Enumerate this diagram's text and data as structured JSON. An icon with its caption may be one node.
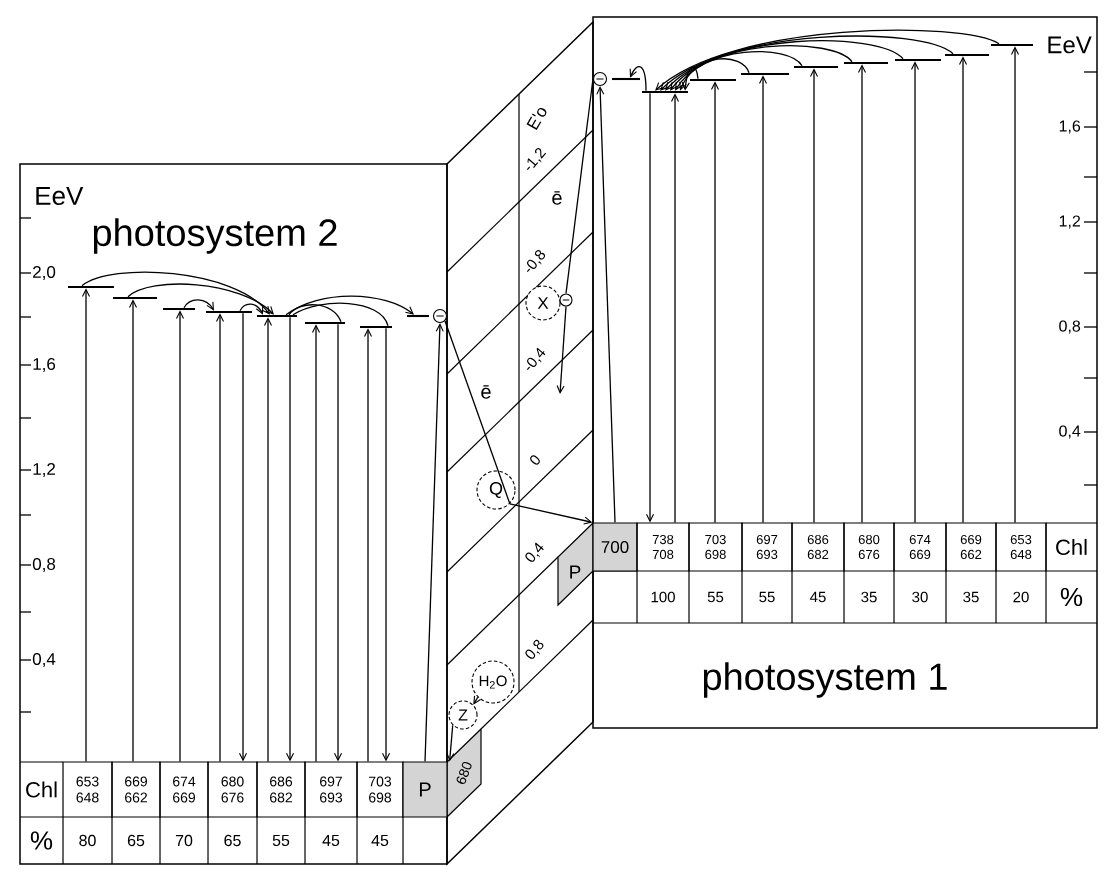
{
  "diagram": {
    "nodes": [
      {
        "text": [
          "photosystem 2"
        ]
      },
      {
        "text": [
          "653",
          "648"
        ],
        "in": 0
      },
      {
        "text": [
          "669",
          "662"
        ],
        "in": 0
      },
      {
        "text": [
          "674",
          "669"
        ],
        "in": 0
      },
      {
        "text": [
          "680",
          "676"
        ],
        "in": 0
      },
      {
        "text": [
          "686",
          "682"
        ],
        "in": 0
      },
      {
        "text": [
          "697",
          "693"
        ],
        "in": 0
      },
      {
        "text": [
          "703",
          "698"
        ],
        "in": 0
      },
      {
        "text": [
          "P",
          "680"
        ]
      },
      {
        "text": [],
        "shape": "bar",
        "in": 0
      },
      {
        "text": [],
        "shape": "bar",
        "in": 0
      },
      {
        "text": [],
        "shape": "bar",
        "in": 0
      },
      {
        "text": [],
        "shape": "bar",
        "in": 0
      },
      {
        "text": [],
        "shape": "bar",
        "in": 0
      },
      {
        "text": [],
        "shape": "bar",
        "in": 0
      },
      {
        "text": [],
        "shape": "bar",
        "in": 0
      },
      {
        "text": [],
        "shape": "bar",
        "in": 0
      },
      {
        "text": [],
        "shape": "circle",
        "in": 0
      },
      {
        "text": [],
        "shape": "parallelogram"
      },
      {
        "text": [
          "X"
        ],
        "in": 18
      },
      {
        "text": [],
        "shape": "circle",
        "in": 18
      },
      {
        "text": [
          "Q"
        ],
        "in": 18
      },
      {
        "text": [
          "H$_{2}$O"
        ],
        "in": 18
      },
      {
        "text": [
          "Z"
        ],
        "in": 18
      },
      {
        "text": [
          "photosystem 1"
        ]
      },
      {
        "text": [
          "P",
          "700"
        ]
      },
      {
        "text": [
          "738",
          "708"
        ],
        "in": 24
      },
      {
        "text": [
          "703",
          "698"
        ],
        "in": 24
      },
      {
        "text": [
          "697",
          "693"
        ],
        "in": 24
      },
      {
        "text": [
          "686",
          "682"
        ],
        "in": 24
      },
      {
        "text": [
          "680",
          "676"
        ],
        "in": 24
      },
      {
        "text": [
          "674",
          "669"
        ],
        "in": 24
      },
      {
        "text": [
          "669",
          "662"
        ],
        "in": 24
      },
      {
        "text": [
          "653",
          "648"
        ],
        "in": 24
      },
      {
        "text": [],
        "shape": "bar",
        "in": 24
      },
      {
        "text": [],
        "shape": "circle",
        "in": 24
      },
      {
        "text": [],
        "shape": "bar",
        "in": 24
      },
      {
        "text": [],
        "shape": "bar",
        "in": 24
      },
      {
        "text": [],
        "shape": "bar",
        "in": 24
      },
      {
        "text": [],
        "shape": "bar",
        "in": 24
      },
      {
        "text": [],
        "shape": "bar",
        "in": 24
      },
      {
        "text": [],
        "shape": "bar",
        "in": 24
      },
      {
        "text": [],
        "shape": "bar",
        "in": 24
      },
      {
        "text": [],
        "shape": "bar",
        "in": 24
      }
    ],
    "edges": [
      {
        "from": 1,
        "to": 9,
        "arrow": "to"
      },
      {
        "from": 2,
        "to": 10,
        "arrow": "to"
      },
      {
        "from": 3,
        "to": 11,
        "arrow": "to"
      },
      {
        "from": 4,
        "to": 12,
        "arrow": "to"
      },
      {
        "from": 5,
        "to": 13,
        "arrow": "to"
      },
      {
        "from": 6,
        "to": 14,
        "arrow": "to"
      },
      {
        "from": 7,
        "to": 15,
        "arrow": "to"
      },
      {
        "from": 12,
        "to": 4,
        "arrow": "to"
      },
      {
        "from": 13,
        "to": 5,
        "arrow": "to"
      },
      {
        "from": 14,
        "to": 6,
        "arrow": "to"
      },
      {
        "from": 15,
        "to": 7,
        "arrow": "to"
      },
      {
        "from": 8,
        "to": 17,
        "arrow": "to"
      },
      {
        "from": 9,
        "to": 13,
        "arrow": "to"
      },
      {
        "from": 10,
        "to": 13,
        "arrow": "to"
      },
      {
        "from": 11,
        "to": 12,
        "arrow": "to"
      },
      {
        "from": 12,
        "to": 13,
        "arrow": "to"
      },
      {
        "from": 13,
        "to": 16,
        "arrow": "to"
      },
      {
        "from": 13,
        "to": 14,
        "arrow": "none"
      },
      {
        "from": 13,
        "to": 15,
        "arrow": "none"
      },
      {
        "from": 17,
        "to": 21,
        "arrow": "none",
        "label": "ē"
      },
      {
        "from": 21,
        "to": 25,
        "arrow": "to"
      },
      {
        "from": 22,
        "to": 23,
        "arrow": "to"
      },
      {
        "from": 23,
        "to": 8,
        "arrow": "to"
      },
      {
        "from": 25,
        "to": 35,
        "arrow": "to"
      },
      {
        "from": 35,
        "to": 20,
        "arrow": "none",
        "label": "ē"
      },
      {
        "from": 20,
        "to": null,
        "arrow": "to"
      },
      {
        "from": 26,
        "to": 36,
        "arrow": "to"
      },
      {
        "from": 27,
        "to": 37,
        "arrow": "to"
      },
      {
        "from": 28,
        "to": 38,
        "arrow": "to"
      },
      {
        "from": 29,
        "to": 39,
        "arrow": "to"
      },
      {
        "from": 30,
        "to": 40,
        "arrow": "to"
      },
      {
        "from": 31,
        "to": 41,
        "arrow": "to"
      },
      {
        "from": 32,
        "to": 42,
        "arrow": "to"
      },
      {
        "from": 33,
        "to": 43,
        "arrow": "to"
      },
      {
        "from": 36,
        "to": 26,
        "arrow": "to"
      },
      {
        "from": 37,
        "to": 36,
        "arrow": "to"
      },
      {
        "from": 38,
        "to": 36,
        "arrow": "to"
      },
      {
        "from": 39,
        "to": 36,
        "arrow": "to"
      },
      {
        "from": 40,
        "to": 36,
        "arrow": "to"
      },
      {
        "from": 41,
        "to": 36,
        "arrow": "to"
      },
      {
        "from": 42,
        "to": 36,
        "arrow": "to"
      },
      {
        "from": 43,
        "to": 36,
        "arrow": "to"
      },
      {
        "from": 36,
        "to": 34,
        "arrow": "to"
      }
    ],
    "labels": [
      "EeV",
      "2,0",
      "1,6",
      "1,2",
      "0,8",
      "0,4",
      "Chl",
      "%",
      "80",
      "65",
      "70",
      "65",
      "55",
      "45",
      "45",
      "E'o",
      "-1,2",
      "-0,8",
      "-0,4",
      "0",
      "0,4",
      "0,8",
      "EeV",
      "1,6",
      "1,2",
      "0,8",
      "0,4",
      "Chl",
      "100",
      "55",
      "55",
      "45",
      "35",
      "30",
      "35",
      "20",
      "%"
    ]
  }
}
